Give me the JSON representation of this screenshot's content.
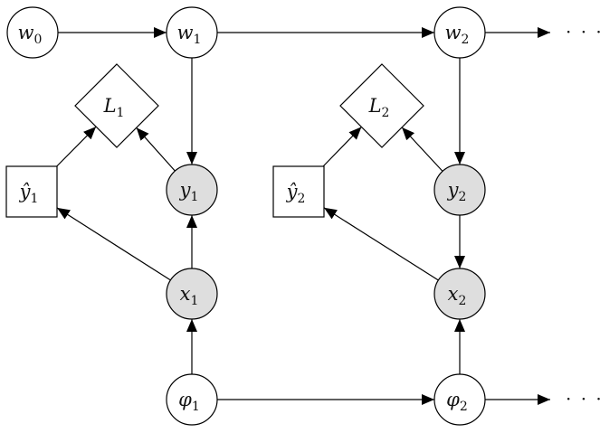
{
  "diagram": {
    "type": "graphical-model",
    "colors": {
      "observed_fill": "#dedede",
      "latent_fill": "#ffffff",
      "stroke": "#000000"
    },
    "nodes": [
      {
        "id": "w0",
        "base": "w",
        "sub": "0",
        "shape": "circle",
        "observed": false
      },
      {
        "id": "w1",
        "base": "w",
        "sub": "1",
        "shape": "circle",
        "observed": false
      },
      {
        "id": "w2",
        "base": "w",
        "sub": "2",
        "shape": "circle",
        "observed": false
      },
      {
        "id": "L1",
        "base": "L",
        "sub": "1",
        "shape": "diamond",
        "observed": false
      },
      {
        "id": "L2",
        "base": "L",
        "sub": "2",
        "shape": "diamond",
        "observed": false
      },
      {
        "id": "yhat1",
        "base": "ŷ",
        "sub": "1",
        "shape": "square",
        "observed": false
      },
      {
        "id": "yhat2",
        "base": "ŷ",
        "sub": "2",
        "shape": "square",
        "observed": false
      },
      {
        "id": "y1",
        "base": "y",
        "sub": "1",
        "shape": "circle",
        "observed": true
      },
      {
        "id": "y2",
        "base": "y",
        "sub": "2",
        "shape": "circle",
        "observed": true
      },
      {
        "id": "x1",
        "base": "x",
        "sub": "1",
        "shape": "circle",
        "observed": true
      },
      {
        "id": "x2",
        "base": "x",
        "sub": "2",
        "shape": "circle",
        "observed": true
      },
      {
        "id": "phi1",
        "base": "φ",
        "sub": "1",
        "shape": "circle",
        "observed": false
      },
      {
        "id": "phi2",
        "base": "φ",
        "sub": "2",
        "shape": "circle",
        "observed": false
      }
    ],
    "edges": [
      {
        "from": "w0",
        "to": "w1"
      },
      {
        "from": "w1",
        "to": "w2"
      },
      {
        "from": "w2",
        "to": "dots_top"
      },
      {
        "from": "w1",
        "to": "y1"
      },
      {
        "from": "w2",
        "to": "y2"
      },
      {
        "from": "yhat1",
        "to": "L1"
      },
      {
        "from": "y1",
        "to": "L1"
      },
      {
        "from": "yhat2",
        "to": "L2"
      },
      {
        "from": "y2",
        "to": "L2"
      },
      {
        "from": "x1",
        "to": "y1"
      },
      {
        "from": "y2",
        "to": "x2"
      },
      {
        "from": "x1",
        "to": "yhat1"
      },
      {
        "from": "x2",
        "to": "yhat2"
      },
      {
        "from": "phi1",
        "to": "x1"
      },
      {
        "from": "phi2",
        "to": "x2"
      },
      {
        "from": "phi1",
        "to": "phi2"
      },
      {
        "from": "phi2",
        "to": "dots_bottom"
      }
    ],
    "continuation": {
      "top": "· · ·",
      "bottom": "· · ·"
    }
  }
}
